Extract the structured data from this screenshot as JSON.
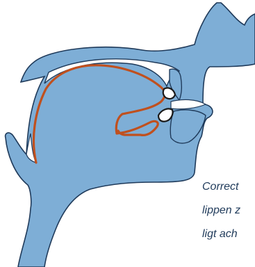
{
  "diagram": {
    "colors": {
      "fill": "#7eaed6",
      "outline": "#1f3a5a",
      "tongue": "#c0501e",
      "teeth": "#ffffff",
      "background": "#ffffff"
    },
    "caption_lines": [
      "Correct",
      "lippen z",
      "ligt ach"
    ]
  }
}
